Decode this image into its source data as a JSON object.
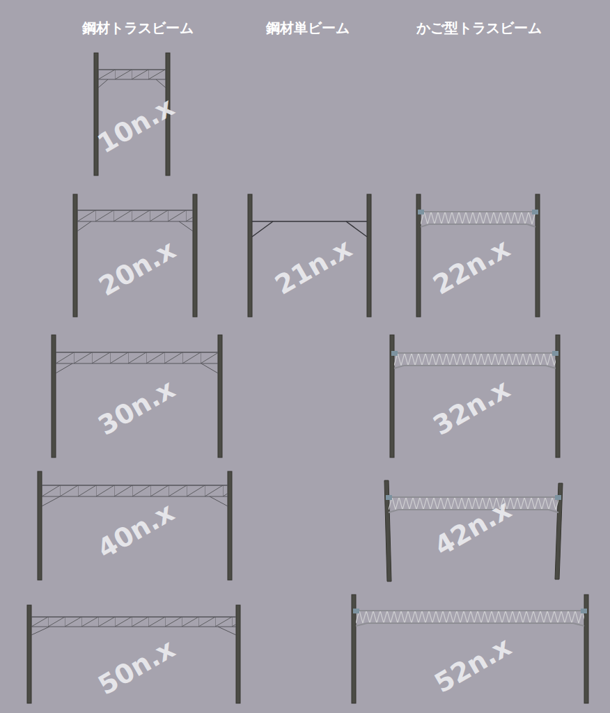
{
  "diagram": {
    "labels": [
      "鋼材トラスビーム",
      "鋼材単ビーム",
      "かご型トラスビーム",
      "10n.x",
      "20n.x",
      "21n.x",
      "22n.x",
      "30n.x",
      "32n.x",
      "40n.x",
      "42n.x",
      "50n.x",
      "52n.x"
    ]
  }
}
